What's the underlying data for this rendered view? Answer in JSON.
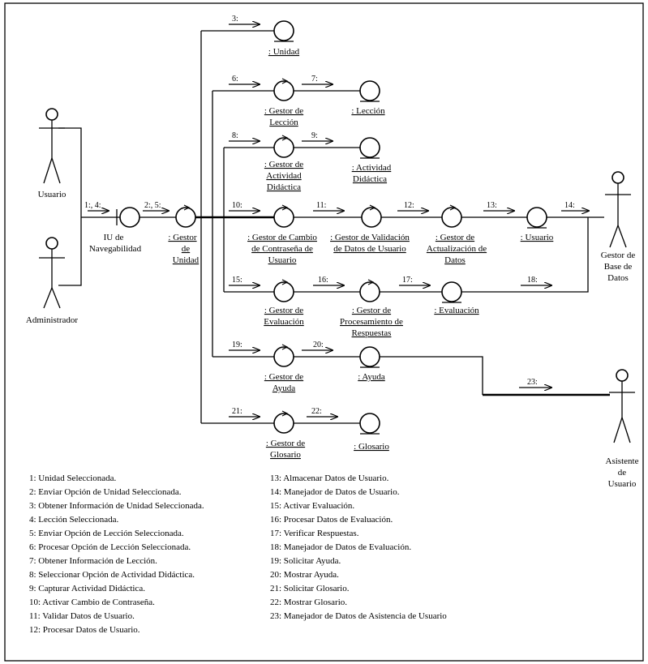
{
  "actors": {
    "usuario": "Usuario",
    "administrador": "Administrador",
    "gestor_bd": [
      "Gestor de",
      "Base de",
      "Datos"
    ],
    "asistente": [
      "Asistente",
      "de",
      "Usuario"
    ]
  },
  "iu": [
    "IU de",
    "Navegabilidad"
  ],
  "objects": {
    "gestor_unidad": [
      ": Gestor",
      "de",
      "Unidad"
    ],
    "unidad": [
      ": Unidad"
    ],
    "gestor_leccion": [
      ": Gestor de",
      "Lección"
    ],
    "leccion": [
      ": Lección"
    ],
    "gestor_actividad": [
      ": Gestor de",
      "Actividad",
      "Didáctica"
    ],
    "actividad": [
      ": Actividad",
      "Didáctica"
    ],
    "gestor_cambio": [
      ": Gestor de Cambio",
      "de Contraseña de",
      "Usuario"
    ],
    "gestor_validacion": [
      ": Gestor de Validación",
      "de Datos de Usuario"
    ],
    "gestor_actualizacion": [
      ": Gestor de",
      "Actualización de",
      "Datos"
    ],
    "usuario_obj": [
      ": Usuario"
    ],
    "gestor_evaluacion": [
      ": Gestor de",
      "Evaluación"
    ],
    "gestor_procesamiento": [
      ": Gestor de",
      "Procesamiento de",
      "Respuestas"
    ],
    "evaluacion": [
      ": Evaluación"
    ],
    "gestor_ayuda": [
      ": Gestor de",
      "Ayuda"
    ],
    "ayuda": [
      ": Ayuda"
    ],
    "gestor_glosario": [
      ": Gestor de",
      "Glosario"
    ],
    "glosario": [
      ": Glosario"
    ]
  },
  "messages": {
    "m1_4": "1:, 4:",
    "m2_5": "2:, 5:",
    "m3": "3:",
    "m6": "6:",
    "m7": "7:",
    "m8": "8:",
    "m9": "9:",
    "m10": "10:",
    "m11": "11:",
    "m12": "12:",
    "m13": "13:",
    "m14": "14:",
    "m15": "15:",
    "m16": "16:",
    "m17": "17:",
    "m18": "18:",
    "m19": "19:",
    "m20": "20:",
    "m21": "21:",
    "m22": "22:",
    "m23": "23:"
  },
  "legend_left": [
    "1: Unidad Seleccionada.",
    "2: Enviar Opción de Unidad Seleccionada.",
    "3: Obtener Información de Unidad Seleccionada.",
    "4: Lección Seleccionada.",
    "5: Enviar Opción de Lección Seleccionada.",
    "6: Procesar Opción de Lección Seleccionada.",
    "7: Obtener Información de Lección.",
    "8: Seleccionar Opción de Actividad Didáctica.",
    "9: Capturar Actividad Didáctica.",
    "10: Activar Cambio de Contraseña.",
    "11: Validar Datos de Usuario.",
    "12: Procesar Datos de Usuario."
  ],
  "legend_right": [
    "13: Almacenar Datos de Usuario.",
    "14: Manejador de Datos de Usuario.",
    "15: Activar Evaluación.",
    "16: Procesar Datos de Evaluación.",
    "17: Verificar Respuestas.",
    "18: Manejador de Datos de Evaluación.",
    "19: Solicitar Ayuda.",
    "20: Mostrar Ayuda.",
    "21: Solicitar Glosario.",
    "22: Mostrar Glosario.",
    "23: Manejador de Datos de Asistencia de Usuario"
  ]
}
